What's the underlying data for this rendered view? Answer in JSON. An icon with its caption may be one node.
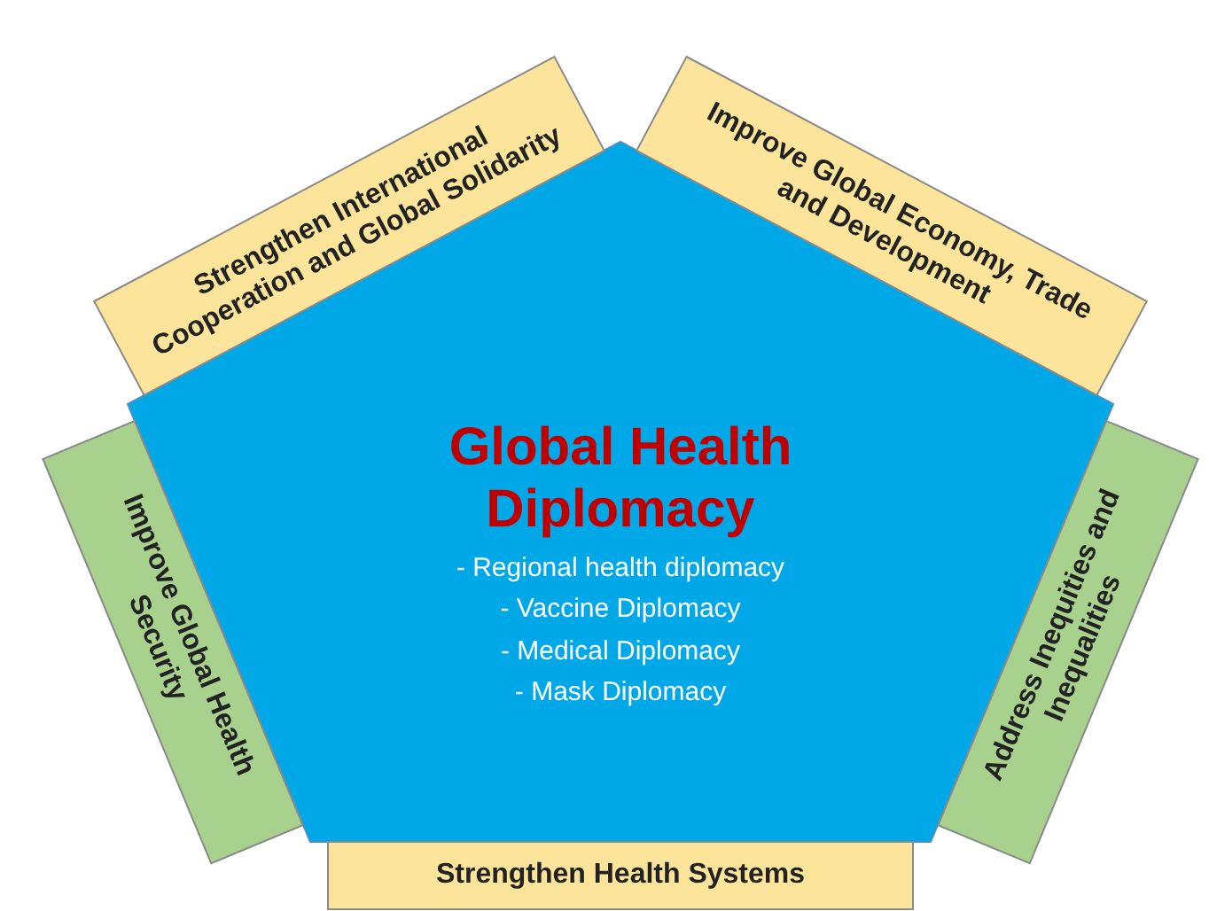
{
  "diagram": {
    "nodes": [
      {
        "text": [
          "Strengthen International Cooperation and Global Solidarity"
        ]
      },
      {
        "text": [
          "Improve Global Economy, Trade and Development"
        ]
      },
      {
        "text": [
          "Global Health Diplomacy",
          "- Regional health diplomacy",
          "- Vaccine Diplomacy",
          "- Medical Diplomacy",
          "- Mask Diplomacy"
        ]
      },
      {
        "text": [
          "Improve Global Health Security"
        ]
      },
      {
        "text": [
          "Address Inequities and Inequalities"
        ]
      },
      {
        "text": [
          "Strengthen Health Systems"
        ]
      }
    ]
  }
}
